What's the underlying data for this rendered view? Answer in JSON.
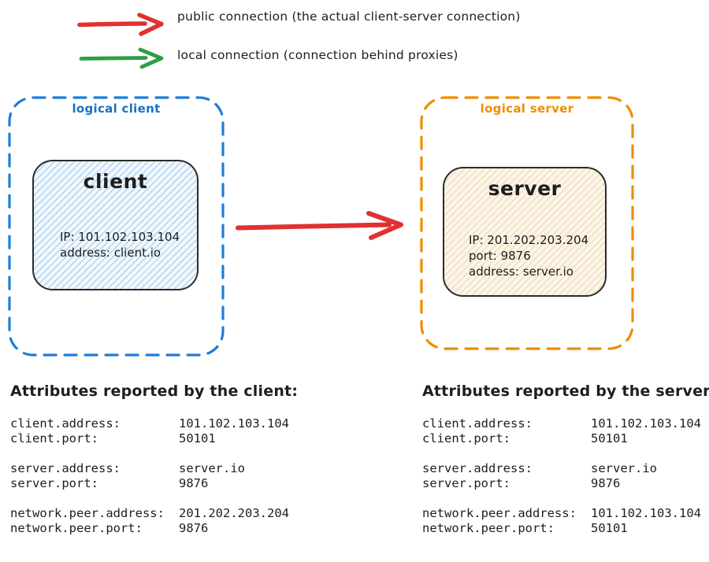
{
  "colors": {
    "public_connection": "#e03131",
    "local_connection": "#2f9e44",
    "client_accent": "#1971c2",
    "server_accent": "#f08c00",
    "text": "#1e1e1e",
    "client_node_fill": "#eaf4fd",
    "server_node_fill": "#fbf3e6"
  },
  "legend": {
    "items": [
      {
        "icon": "red-arrow",
        "color": "#e03131",
        "label": "public connection (the actual client-server connection)"
      },
      {
        "icon": "green-arrow",
        "color": "#2f9e44",
        "label": "local connection (connection behind proxies)"
      }
    ]
  },
  "diagram": {
    "client_group": {
      "label": "logical client",
      "node": {
        "title": "client",
        "lines": [
          "IP: 101.102.103.104",
          "address: client.io"
        ]
      }
    },
    "server_group": {
      "label": "logical server",
      "node": {
        "title": "server",
        "lines": [
          "IP: 201.202.203.204",
          "port: 9876",
          "address: server.io"
        ]
      }
    },
    "connection": {
      "type": "public connection",
      "color": "#e03131",
      "direction": "client-to-server"
    }
  },
  "tables": [
    {
      "title": "Attributes reported by the client:",
      "groups": [
        [
          {
            "key": "client.address:",
            "value": "101.102.103.104"
          },
          {
            "key": "client.port:",
            "value": "50101"
          }
        ],
        [
          {
            "key": "server.address:",
            "value": "server.io"
          },
          {
            "key": "server.port:",
            "value": "9876"
          }
        ],
        [
          {
            "key": "network.peer.address:",
            "value": "201.202.203.204"
          },
          {
            "key": "network.peer.port:",
            "value": "9876"
          }
        ]
      ]
    },
    {
      "title": "Attributes reported by the server:",
      "groups": [
        [
          {
            "key": "client.address:",
            "value": "101.102.103.104"
          },
          {
            "key": "client.port:",
            "value": "50101"
          }
        ],
        [
          {
            "key": "server.address:",
            "value": "server.io"
          },
          {
            "key": "server.port:",
            "value": "9876"
          }
        ],
        [
          {
            "key": "network.peer.address:",
            "value": "101.102.103.104"
          },
          {
            "key": "network.peer.port:",
            "value": "50101"
          }
        ]
      ]
    }
  ]
}
